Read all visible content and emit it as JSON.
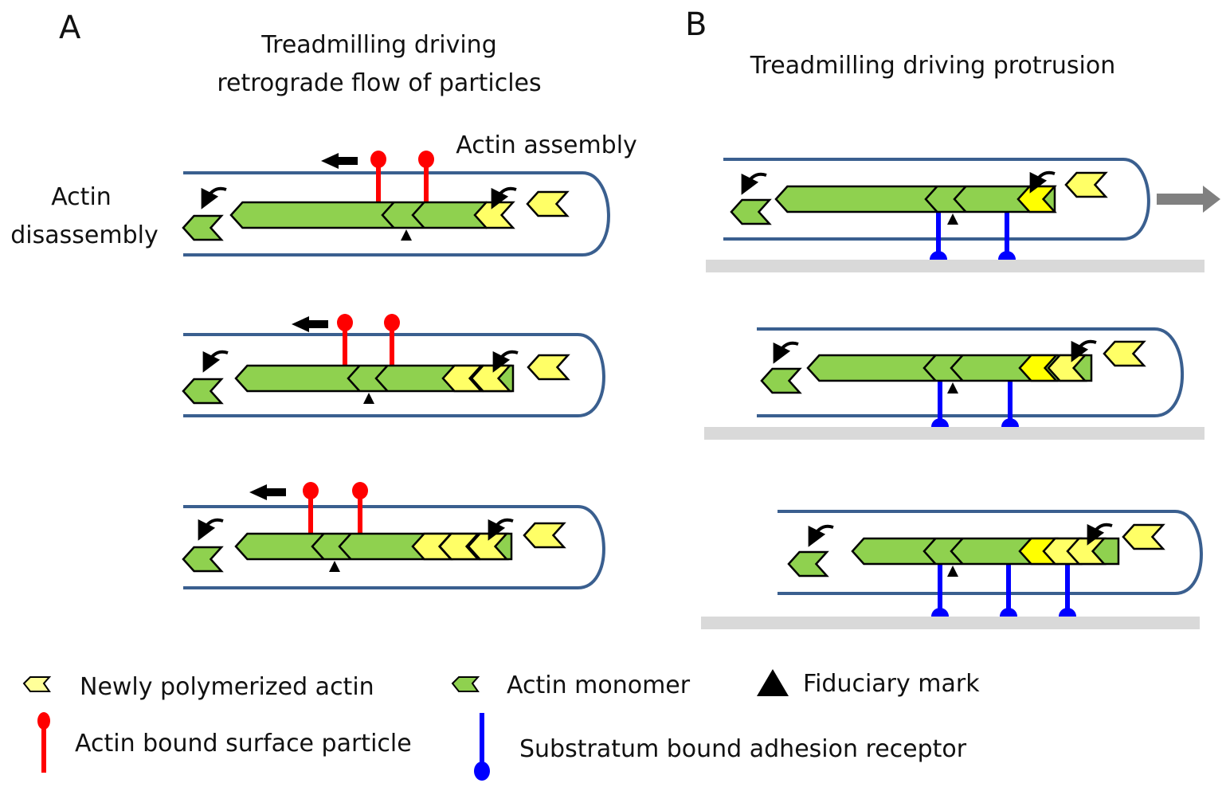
{
  "panels": {
    "A": {
      "letter": "A",
      "title_line1": "Treadmilling driving",
      "title_line2": "retrograde flow of particles",
      "assembly_label": "Actin assembly",
      "disassembly_label_line1": "Actin",
      "disassembly_label_line2": "disassembly"
    },
    "B": {
      "letter": "B",
      "title": "Treadmilling driving protrusion"
    }
  },
  "legend": {
    "newly_polymerized": "Newly polymerized  actin",
    "actin_monomer": "Actin monomer",
    "fiduciary_mark": "Fiduciary mark",
    "surface_particle": "Actin bound surface particle",
    "adhesion_receptor": "Substratum bound adhesion receptor"
  },
  "colors": {
    "membrane": "#3a5f8f",
    "actin_green": "#8fd14f",
    "new_actin_yellow": "#ffff66",
    "new_actin_bright": "#ffff00",
    "particle_red": "#ff0000",
    "receptor_blue": "#0000ff",
    "substrate_gray": "#d9d9d9",
    "protrusion_arrow": "#808080"
  }
}
